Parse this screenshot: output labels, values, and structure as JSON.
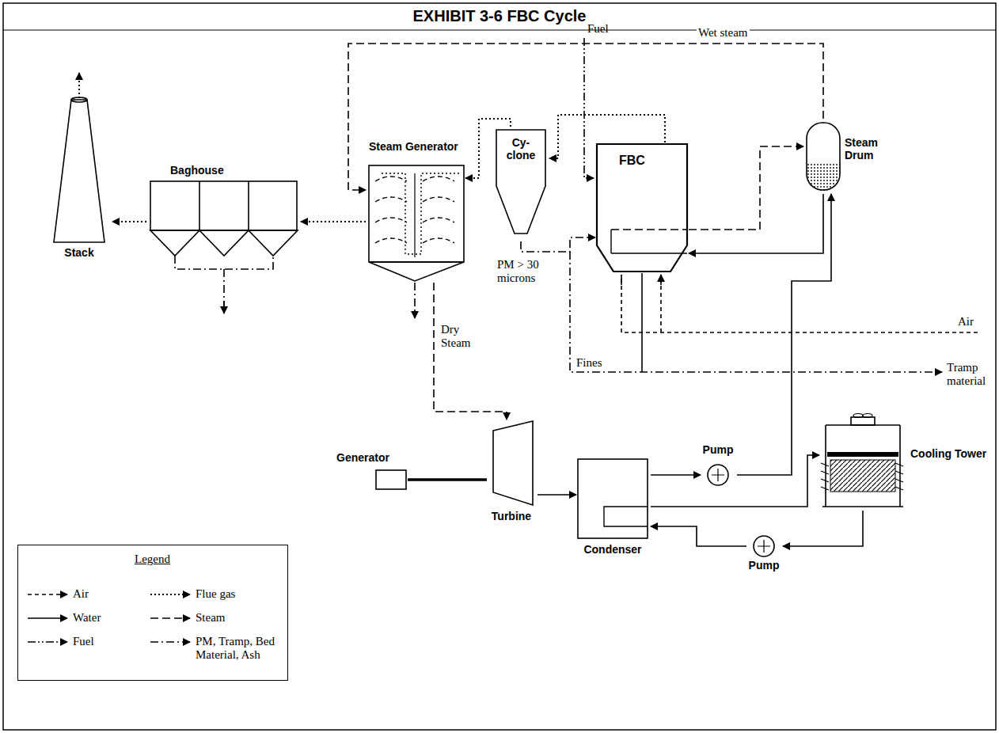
{
  "diagram": {
    "title": "EXHIBIT 3-6 FBC Cycle",
    "nodes": [
      {
        "text": [
          "Stack"
        ]
      },
      {
        "text": [
          "Baghouse"
        ]
      },
      {
        "text": [
          "Steam Generator"
        ]
      },
      {
        "text": [
          "Cy- clone"
        ]
      },
      {
        "text": [
          "FBC"
        ]
      },
      {
        "text": [
          "Steam Drum"
        ]
      },
      {
        "text": [
          "Generator"
        ]
      },
      {
        "text": [
          "Turbine"
        ]
      },
      {
        "text": [
          "Condenser"
        ]
      },
      {
        "text": [
          "Pump"
        ]
      },
      {
        "text": [
          "Pump"
        ]
      },
      {
        "text": [
          "Cooling Tower"
        ]
      }
    ],
    "edges": [
      {
        "from": 1,
        "to": 0,
        "arrow": "to"
      },
      {
        "from": 2,
        "to": 1,
        "arrow": "to"
      },
      {
        "from": 3,
        "to": 2,
        "arrow": "to"
      },
      {
        "from": 4,
        "to": 3,
        "arrow": "to"
      },
      {
        "from": 5,
        "to": 2,
        "arrow": "to",
        "label": "Wet steam"
      },
      {
        "from": 2,
        "to": 7,
        "arrow": "to",
        "label": "Dry Steam"
      },
      {
        "from": 4,
        "to": 5,
        "arrow": "to"
      },
      {
        "from": 5,
        "to": 4,
        "arrow": "to"
      },
      {
        "from": 6,
        "to": 7,
        "arrow": "none"
      },
      {
        "from": 7,
        "to": 8,
        "arrow": "to"
      },
      {
        "from": 8,
        "to": 9,
        "arrow": "to"
      },
      {
        "from": 9,
        "to": 5,
        "arrow": "to"
      },
      {
        "from": 8,
        "to": 11,
        "arrow": "to"
      },
      {
        "from": 11,
        "to": 10,
        "arrow": "to"
      },
      {
        "from": 10,
        "to": 8,
        "arrow": "to"
      },
      {
        "from": 3,
        "to": 4,
        "arrow": "to",
        "label": "PM > 30 microns"
      }
    ],
    "labels": [
      "Fuel",
      "Air",
      "Fines",
      "Tramp material",
      "Legend"
    ],
    "legend": [
      {
        "text": "Air"
      },
      {
        "text": "Flue gas"
      },
      {
        "text": "Water"
      },
      {
        "text": "Steam"
      },
      {
        "text": "Fuel"
      },
      {
        "text": "PM, Tramp, Bed Material, Ash"
      }
    ]
  }
}
